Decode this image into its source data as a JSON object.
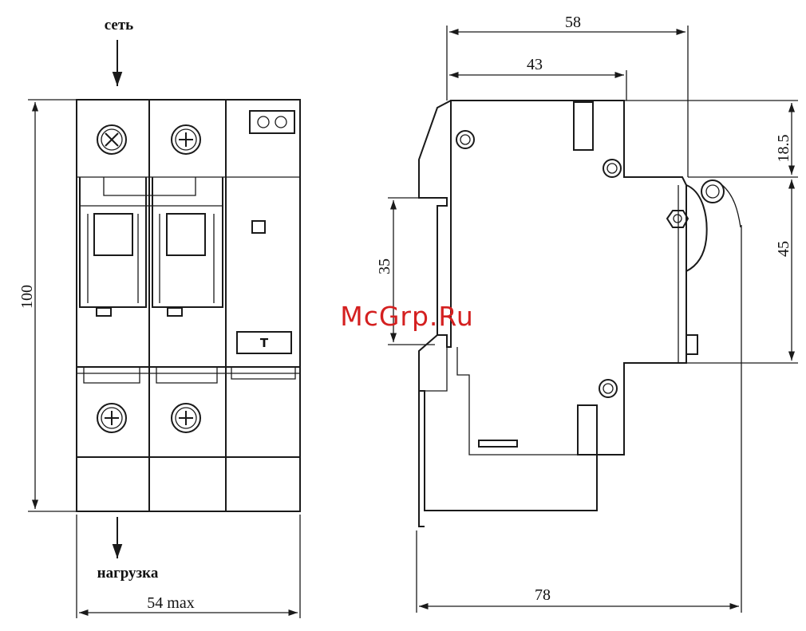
{
  "labels": {
    "supply": "сеть",
    "load": "нагрузка",
    "test_button": "T",
    "watermark": "McGrp.Ru"
  },
  "dimensions": {
    "height_front": "100",
    "width_front": "54 max",
    "depth_total": "58",
    "depth_body": "43",
    "upper_step": "18.5",
    "front_section": "45",
    "din_rail": "35",
    "overall_depth": "78"
  },
  "colors": {
    "line": "#1a1a1a",
    "watermark": "#d42020"
  }
}
